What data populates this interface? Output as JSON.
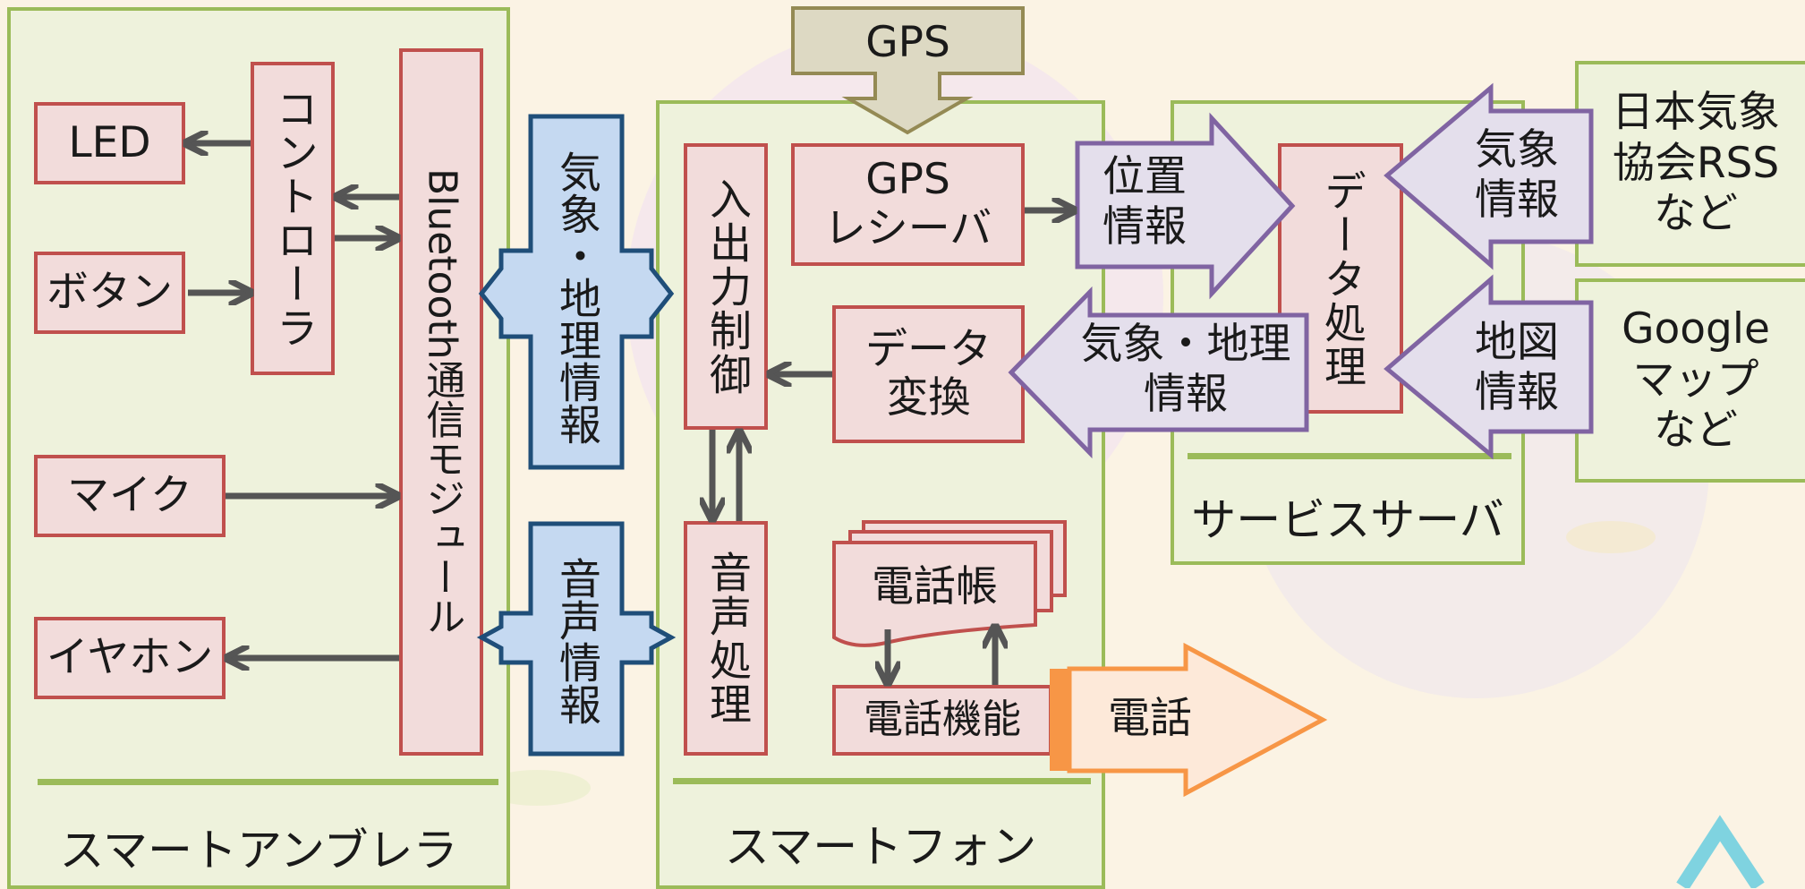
{
  "panels": {
    "umbrella": "スマートアンブレラ",
    "phone": "スマートフォン",
    "server": "サービスサーバ"
  },
  "umbrella": {
    "led": "LED",
    "button": "ボタン",
    "mic": "マイク",
    "earphone": "イヤホン",
    "controller": "コントローラ",
    "bluetooth": "Bluetooth通信モジュール"
  },
  "links": {
    "weather_geo": "気象・地理情報",
    "audio": "音声情報"
  },
  "phone": {
    "gps": "GPS",
    "gps_receiver": [
      "GPS",
      "レシーバ"
    ],
    "io_control": "入出力制御",
    "data_convert": [
      "データ",
      "変換"
    ],
    "audio_process": "音声処理",
    "phonebook": "電話帳",
    "call_function": "電話機能",
    "call_out": "電話"
  },
  "server": {
    "location_info": [
      "位置",
      "情報"
    ],
    "data_process": "データ処理",
    "weather_info": [
      "気象",
      "情報"
    ],
    "map_info": [
      "地図",
      "情報"
    ],
    "weather_geo_info": [
      "気象・地理",
      "情報"
    ]
  },
  "sources": {
    "rss": [
      "日本気象",
      "協会RSS",
      "など"
    ],
    "google": [
      "Google",
      "マップ",
      "など"
    ]
  },
  "colors": {
    "panel_border": "#9bbb59",
    "panel_fill": "#eef2dc",
    "box_border": "#c0504d",
    "box_fill": "#f2dcdb",
    "blue_border": "#1f4e79",
    "blue_fill": "#c5d9f1",
    "purple_border": "#8064a2",
    "purple_fill": "#e4dfec",
    "orange_border": "#f79646",
    "orange_fill": "#fde9d9",
    "gps_fill": "#ddd9c3",
    "gps_border": "#948a54"
  }
}
